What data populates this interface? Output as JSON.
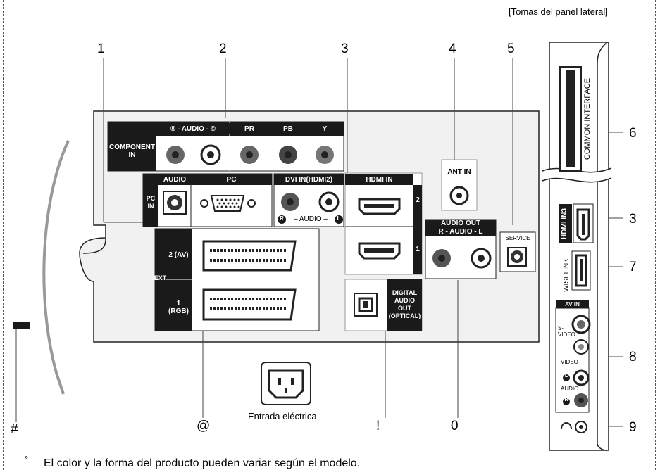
{
  "side_panel_title": "[Tomas del panel lateral]",
  "callouts": {
    "n1": "1",
    "n2": "2",
    "n3": "3",
    "n4": "4",
    "n5": "5",
    "n6": "6",
    "n3b": "3",
    "n7": "7",
    "n8": "8",
    "n9": "9",
    "at": "@",
    "excl": "!",
    "zero": "0",
    "hash": "#"
  },
  "component": {
    "label": "COMPONENT IN",
    "audio_header": "® - AUDIO - ©",
    "pr": "PR",
    "pb": "PB",
    "y": "Y"
  },
  "pc": {
    "pc_in": "PC IN",
    "audio": "AUDIO",
    "pc": "PC"
  },
  "dvi": {
    "header": "DVI IN(HDMI2)",
    "audio_label": "– AUDIO –",
    "r": "R",
    "l": "L"
  },
  "hdmi": {
    "header": "HDMI IN",
    "port2": "2",
    "port1": "1"
  },
  "antenna": {
    "label": "ANT IN"
  },
  "audio_out": {
    "header": "AUDIO OUT",
    "sub": "R - AUDIO - L",
    "r": "R",
    "l": "L"
  },
  "service": {
    "label": "SERVICE"
  },
  "ext": {
    "label": "EXT",
    "port2": "2 (AV)",
    "port1": "1 (RGB)"
  },
  "optical": {
    "label": "DIGITAL AUDIO OUT (OPTICAL)"
  },
  "power": {
    "caption": "Entrada eléctrica"
  },
  "side": {
    "common_interface": "COMMON INTERFACE",
    "hdmi3": "HDMI IN3",
    "wiselink": "WISELINK",
    "av_in": "AV IN",
    "svideo": "S-VIDEO",
    "video": "VIDEO",
    "audio": "AUDIO",
    "l": "L",
    "r": "R"
  },
  "footer": {
    "bullet": "°",
    "note": "El color y la forma del producto pueden variar según el modelo."
  }
}
